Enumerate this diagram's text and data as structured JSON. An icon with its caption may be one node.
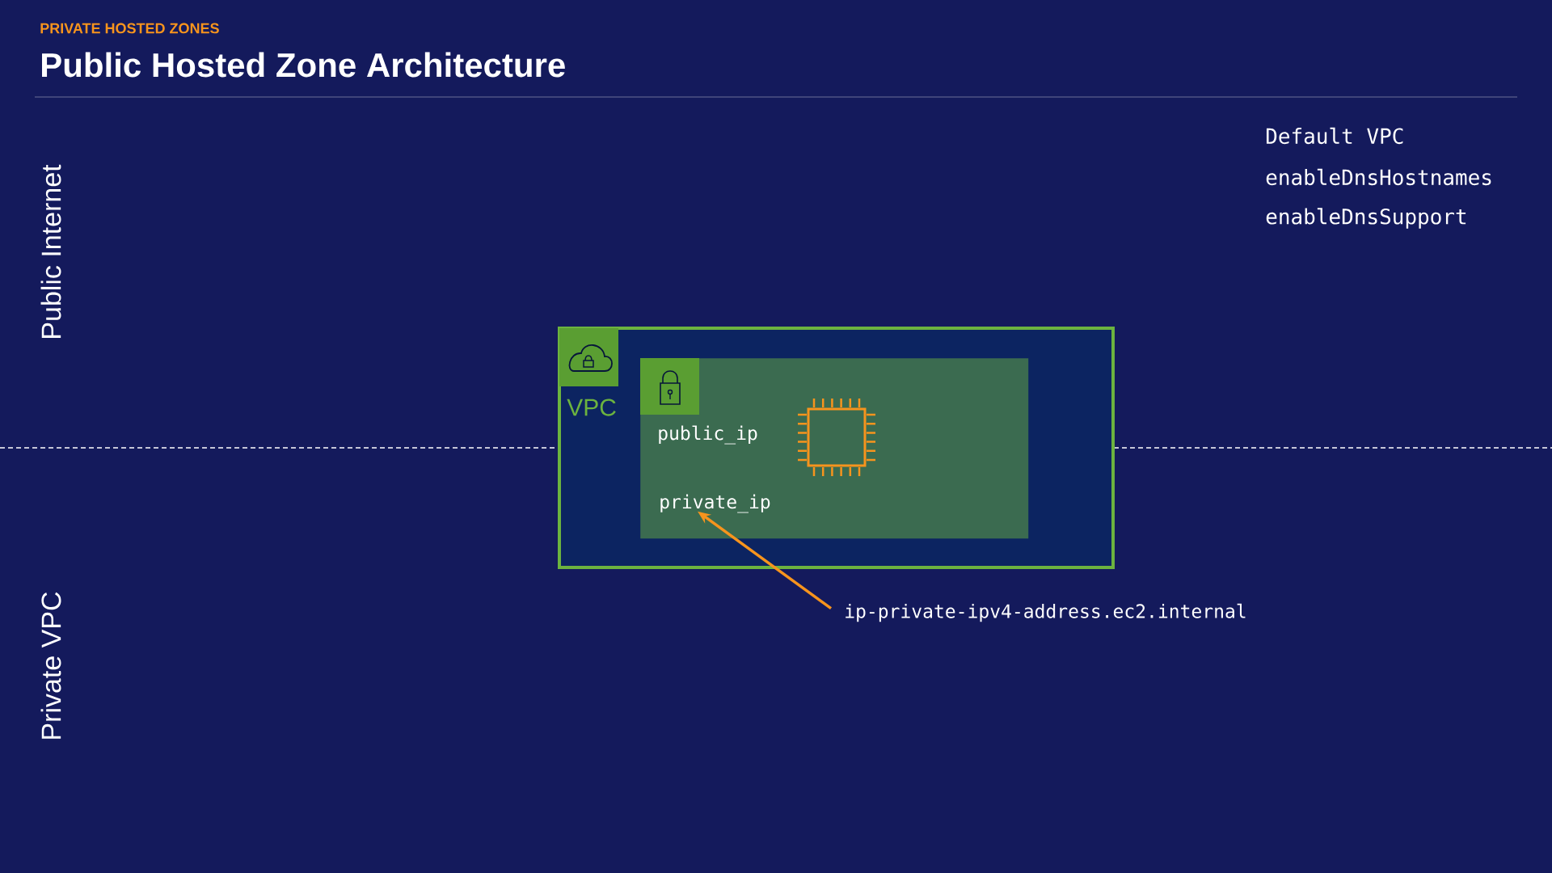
{
  "diagram": {
    "title": "Public Hosted Zone Architecture",
    "nodes": [
      {
        "text": [
          "VPC"
        ]
      },
      {
        "text": [
          "public_ip"
        ],
        "in": 0
      },
      {
        "text": [
          "private_ip"
        ],
        "in": 1
      },
      {
        "text": [
          "ip-private-ipv4-address.ec2.internal"
        ]
      }
    ],
    "edges": [
      {
        "from": 3,
        "to": 2,
        "arrow": "to"
      }
    ],
    "labels": [
      "PRIVATE HOSTED ZONES",
      "Default VPC",
      "enableDnsHostnames",
      "enableDnsSupport",
      "Public Internet",
      "Private VPC"
    ]
  }
}
